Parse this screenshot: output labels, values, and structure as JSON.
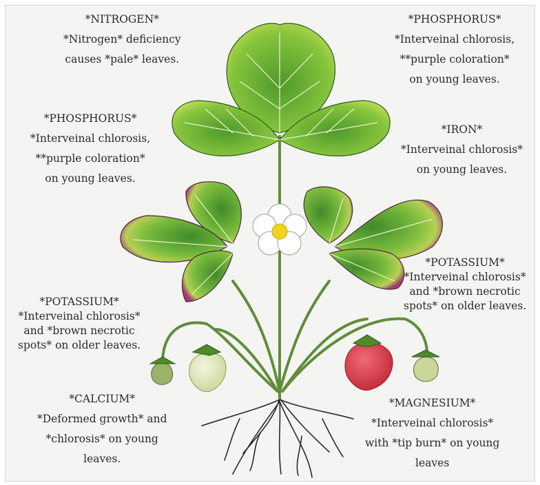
{
  "labels": {
    "nitrogen_tl": {
      "title": "*NITROGEN*",
      "lines": [
        "*Nitrogen* deficiency",
        "causes *pale* leaves."
      ]
    },
    "phosphorus_tr": {
      "title": "*PHOSPHORUS*",
      "lines": [
        "*Interveinal chlorosis,",
        "**purple coloration*",
        "on young leaves."
      ]
    },
    "phosphorus_l": {
      "title": "*PHOSPHORUS*",
      "lines": [
        "*Interveinal chlorosis,",
        "**purple coloration*",
        "on young leaves."
      ]
    },
    "iron_r": {
      "title": "*IRON*",
      "lines": [
        "*Interveinal chlorosis*",
        "on young leaves."
      ]
    },
    "potassium_r": {
      "title": "*POTASSIUM*",
      "lines": [
        "*Interveinal chlorosis*",
        "and *brown necrotic",
        "spots* on older leaves."
      ]
    },
    "potassium_l": {
      "title": "*POTASSIUM*",
      "lines": [
        "*Interveinal chlorosis*",
        "and *brown necrotic",
        "spots* on older leaves."
      ]
    },
    "calcium_bl": {
      "title": "*CALCIUM*",
      "lines": [
        "*Deformed growth* and",
        "*chlorosis* on young",
        "leaves."
      ]
    },
    "magnesium_br": {
      "title": "*MAGNESIUM*",
      "lines": [
        "*Interveinal chlorosis*",
        "with *tip burn* on young",
        "leaves"
      ]
    }
  },
  "colors": {
    "leaf_green": "#6fb43a",
    "leaf_light": "#b9dc52",
    "leaf_purple": "#a23a74",
    "stem": "#5f8d3a",
    "berry_red": "#d83a4a",
    "berry_pale": "#e4ebc4",
    "flower_center": "#f2d21e",
    "text": "#2a2a2a"
  }
}
